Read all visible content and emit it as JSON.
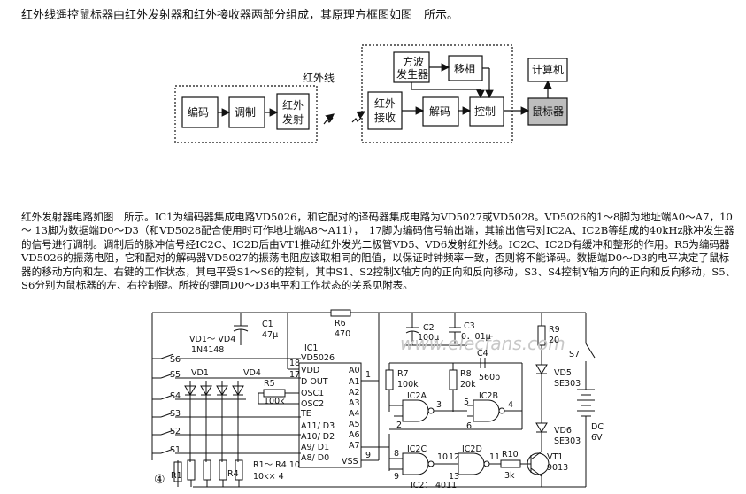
{
  "intro": "红外线遥控鼠标器由红外发射器和红外接收器两部分组成，其原理方框图如图　所示。",
  "block_diagram": {
    "ir_label": "红外线",
    "encode": "编码",
    "modulate": "调制",
    "ir_tx_line1": "红外",
    "ir_tx_line2": "发射",
    "square_wave_line1": "方波",
    "square_wave_line2": "发生器",
    "phase_shift": "移相",
    "ir_rx_line1": "红外",
    "ir_rx_line2": "接收",
    "decode": "解码",
    "control": "控制",
    "computer": "计算机",
    "mouse": "鼠标器"
  },
  "paragraph": "红外发射器电路如图　所示。IC1为编码器集成电路VD5026，和它配对的译码器集成电路为VD5027或VD5028。VD5026的1～8脚为地址端A0～A7，10～ 13脚为数据端D0～D3（和VD5028配合使用时可作地址端A8～A11），　17脚为编码信号输出端，其输出信号对IC2A、IC2B等组成的40kHz脉冲发生器的信号进行调制。调制后的脉冲信号经IC2C、IC2D后由VT1推动红外发光二极管VD5、VD6发射红外线。IC2C、IC2D有缓冲和整形的作用。R5为编码器VD5026的振荡电阻，它和配对的解码器VD5027的振荡电阻应该取相同的阻值，以保证时钟频率一致，否则将不能译码。数据端D0～D3的电平决定了鼠标器的移动方向和左、右键的工作状态，其电平受S1～S6的控制，其中S1、S2控制X轴方向的正向和反向移动，S3、S4控制Y轴方向的正向和反向移动，S5、S6分别为鼠标器的左、右控制键。所按的键同D0～D3电平和工作状态的关系见附表。",
  "circuit": {
    "watermark": "www.elecfans.com",
    "fig_number": "④",
    "c1": "C1",
    "c1_val": "47μ",
    "r6": "R6",
    "r6_val": "470",
    "c2": "C2",
    "c2_val": "100μ",
    "c3": "C3",
    "c3_val": "0．01μ",
    "c4": "C4",
    "c4_val": "560p",
    "r9": "R9",
    "r9_val": "20",
    "s7": "S7",
    "vd5": "VD5",
    "vd5_val": "SE303",
    "vd6": "VD6",
    "vd6_val": "SE303",
    "dc": "DC",
    "dc_val": "6V",
    "vt1": "VT1",
    "vt1_val": "9013",
    "vd1_4": "VD1～ VD4",
    "vd1_4_val": "1N4148",
    "vd1": "VD1",
    "vd4": "VD4",
    "s1": "S1",
    "s2": "S2",
    "s3": "S3",
    "s4": "S4",
    "s5": "S5",
    "s6": "S6",
    "ic1": "IC1",
    "ic1_val": "VD5026",
    "pin_vdd": "VDD",
    "pin_dout": "D OUT",
    "pin_osc1": "OSC1",
    "pin_osc2": "OSC2",
    "pin_te": "TE",
    "pin_a11": "A11/ D3",
    "pin_a10": "A10/ D2",
    "pin_a9": "A9/ D1",
    "pin_a8": "A8/ D0",
    "pin_a0": "A0",
    "pin_a1": "A1",
    "pin_a2": "A2",
    "pin_a3": "A3",
    "pin_a4": "A4",
    "pin_a5": "A5",
    "pin_a6": "A6",
    "pin_a7": "A7",
    "pin_vss": "VSS",
    "n18": "18",
    "n17": "17",
    "n1": "1",
    "n9": "9",
    "n8": "8",
    "n10": "10",
    "n11": "11",
    "n12": "12",
    "n13": "13",
    "n2": "2",
    "n3": "3",
    "n5": "5",
    "n6": "6",
    "n4": "4",
    "n9b": "9",
    "r5": "R5",
    "r5_val": "100k",
    "r7": "R7",
    "r7_val": "100k",
    "r8": "R8",
    "r8_val": "20k",
    "r10": "R10",
    "r10_val": "3k",
    "ic2a": "IC2A",
    "ic2b": "IC2B",
    "ic2c": "IC2C",
    "ic2d": "IC2D",
    "ic2_label": "IC2： 4011",
    "r1": "R1",
    "r4": "R4",
    "r1_r4": "R1～ R4 10",
    "r_net": "10k× 4"
  }
}
